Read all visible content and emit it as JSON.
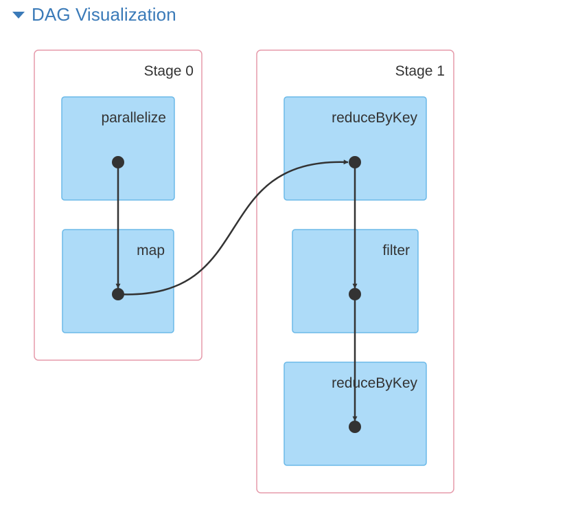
{
  "header": {
    "title": "DAG Visualization",
    "toggle_icon": "triangle-down-icon",
    "color": "#3a7ab8"
  },
  "colors": {
    "stage_border": "#e59aaa",
    "op_fill": "#addbf8",
    "op_border": "#6bb9e8",
    "edge": "#333333"
  },
  "stages": [
    {
      "label": "Stage 0",
      "operations": [
        "parallelize",
        "map"
      ]
    },
    {
      "label": "Stage 1",
      "operations": [
        "reduceByKey",
        "filter",
        "reduceByKey"
      ]
    }
  ]
}
